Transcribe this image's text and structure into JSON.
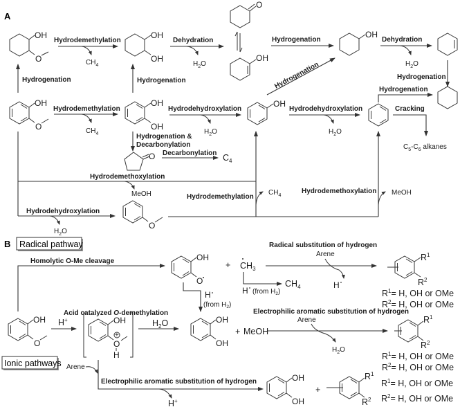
{
  "panel_a": {
    "label": "A",
    "steps": {
      "hdm_top": "Hydrodemethylation",
      "dehydration_top": "Dehydration",
      "hydrogenation_enol": "Hydrogenation",
      "dehydration_right": "Dehydration",
      "hydrogenation_right": "Hydrogenation",
      "hydrogenation_left": "Hydrogenation",
      "hydrogenation_mid": "Hydrogenation",
      "hydrogenation_diag": "Hydrogenation",
      "hdm_mid": "Hydrodemethylation",
      "hdh_catechol": "Hydrodehydroxylation",
      "hdh_phenol": "Hydrodehydroxylation",
      "hydrogenation_benzene": "Hydrogenation",
      "cracking": "Cracking",
      "hyd_decarb_1": "Hydrogenation &",
      "hyd_decarb_2": "Decarbonylation",
      "decarbonylation": "Decarbonylation",
      "hdmo_upper": "Hydrodemethoxylation",
      "hdm_lower": "Hydrodemethylation",
      "hdmo_lower": "Hydrodemethoxylation",
      "hdh_bottom": "Hydrodehydroxylation"
    },
    "byproducts": {
      "ch4": "CH",
      "ch4_sub": "4",
      "h2o_h": "H",
      "h2o_sub": "2",
      "h2o_o": "O",
      "meoh": "MeOH",
      "c4": "C",
      "c4_sub": "4",
      "alkanes": "C5-C6 alkanes",
      "alk_c": "C",
      "alk_5": "5",
      "alk_dash": "-C",
      "alk_6": "6",
      "alk_rest": " alkanes"
    },
    "atoms": {
      "oh": "OH",
      "o": "O"
    }
  },
  "panel_b": {
    "label": "B",
    "radical_box": "Radical pathway",
    "ionic_box": "Ionic pathways",
    "homolytic": "Homolytic O-Me cleavage",
    "radical_sub": "Radical substitution of hydrogen",
    "acid_cat_pre": "Acid catalyzed ",
    "acid_cat_o": "O",
    "acid_cat_post": "-demethylation",
    "eas": "Electrophilic aromatic substitution of hydrogen",
    "arene": "Arene",
    "plus": "+",
    "ch3": "CH",
    "ch3_sub": "3",
    "h_radical": "H",
    "from_h2": "(from H",
    "from_h2_sub": "2",
    "from_h2_close": ")",
    "h_plus": "H",
    "plus_sup": "+",
    "meoh": "MeOH",
    "r1": "R",
    "r1_sup": "1",
    "r2": "R",
    "r2_sup": "2",
    "r_def_rest": "= H, OH or OMe",
    "oxonium_h": "H",
    "charge": "+"
  }
}
